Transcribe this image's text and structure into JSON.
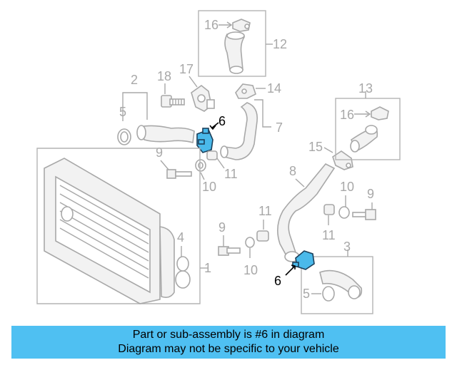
{
  "callouts": {
    "c16a": "16",
    "c12": "12",
    "c18": "18",
    "c17": "17",
    "c14": "14",
    "c2": "2",
    "c5a": "5",
    "c6a": "6",
    "c7": "7",
    "c9a": "9",
    "c11a": "11",
    "c10a": "10",
    "c13": "13",
    "c16b": "16",
    "c15": "15",
    "c8": "8",
    "c10b": "10",
    "c9b": "9",
    "c11b": "11",
    "c11c": "11",
    "c9c": "9",
    "c4": "4",
    "c1": "1",
    "c10c": "10",
    "c3": "3",
    "c6b": "6",
    "c5b": "5"
  },
  "highlight_color": "#4ab9ea",
  "banner": {
    "line1": "Part or sub-assembly is #6 in diagram",
    "line2": "Diagram may not be specific to your vehicle",
    "color": "#4fc0f2"
  }
}
